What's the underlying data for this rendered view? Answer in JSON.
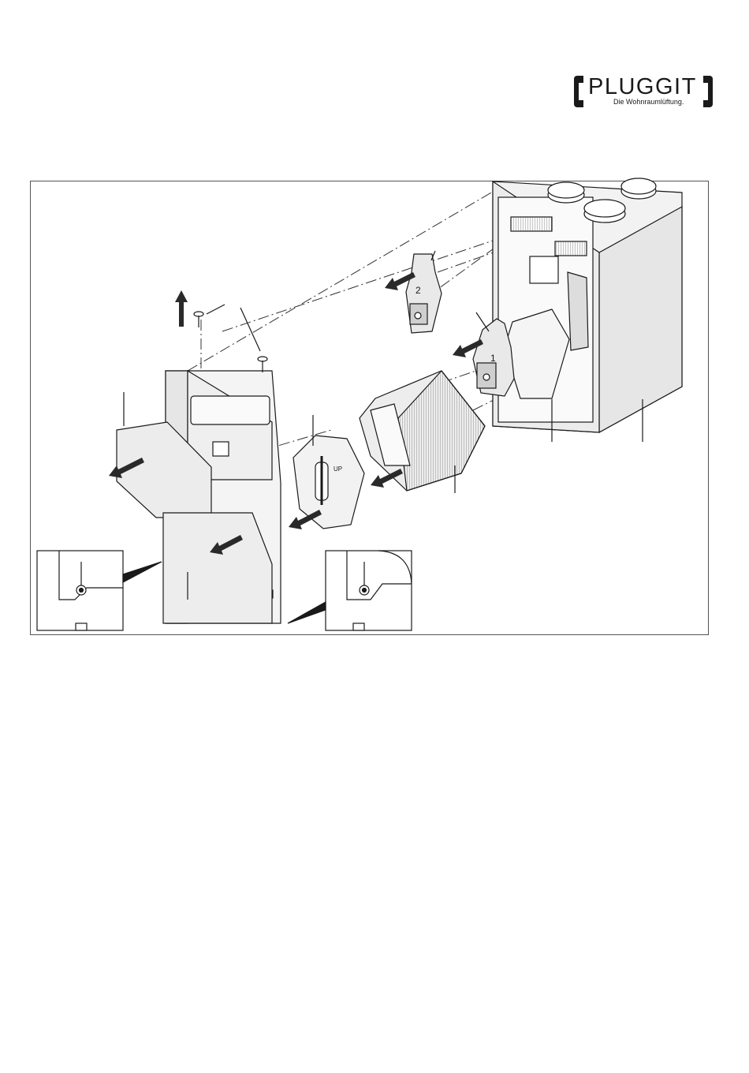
{
  "logo": {
    "name": "PLUGGIT",
    "tagline": "Die Wohnraumlüftung."
  },
  "figure": {
    "filter_numbers": [
      "2",
      "1"
    ],
    "bypass_label": "UP"
  },
  "colors": {
    "ink": "#1a1a1a",
    "panel": "#f2f2f2",
    "panel_shade": "#d9d9d9",
    "arrow": "#2a2a2a"
  },
  "icons": [
    "remove-arrow-icon",
    "lift-arrow-icon",
    "screw-icon"
  ]
}
